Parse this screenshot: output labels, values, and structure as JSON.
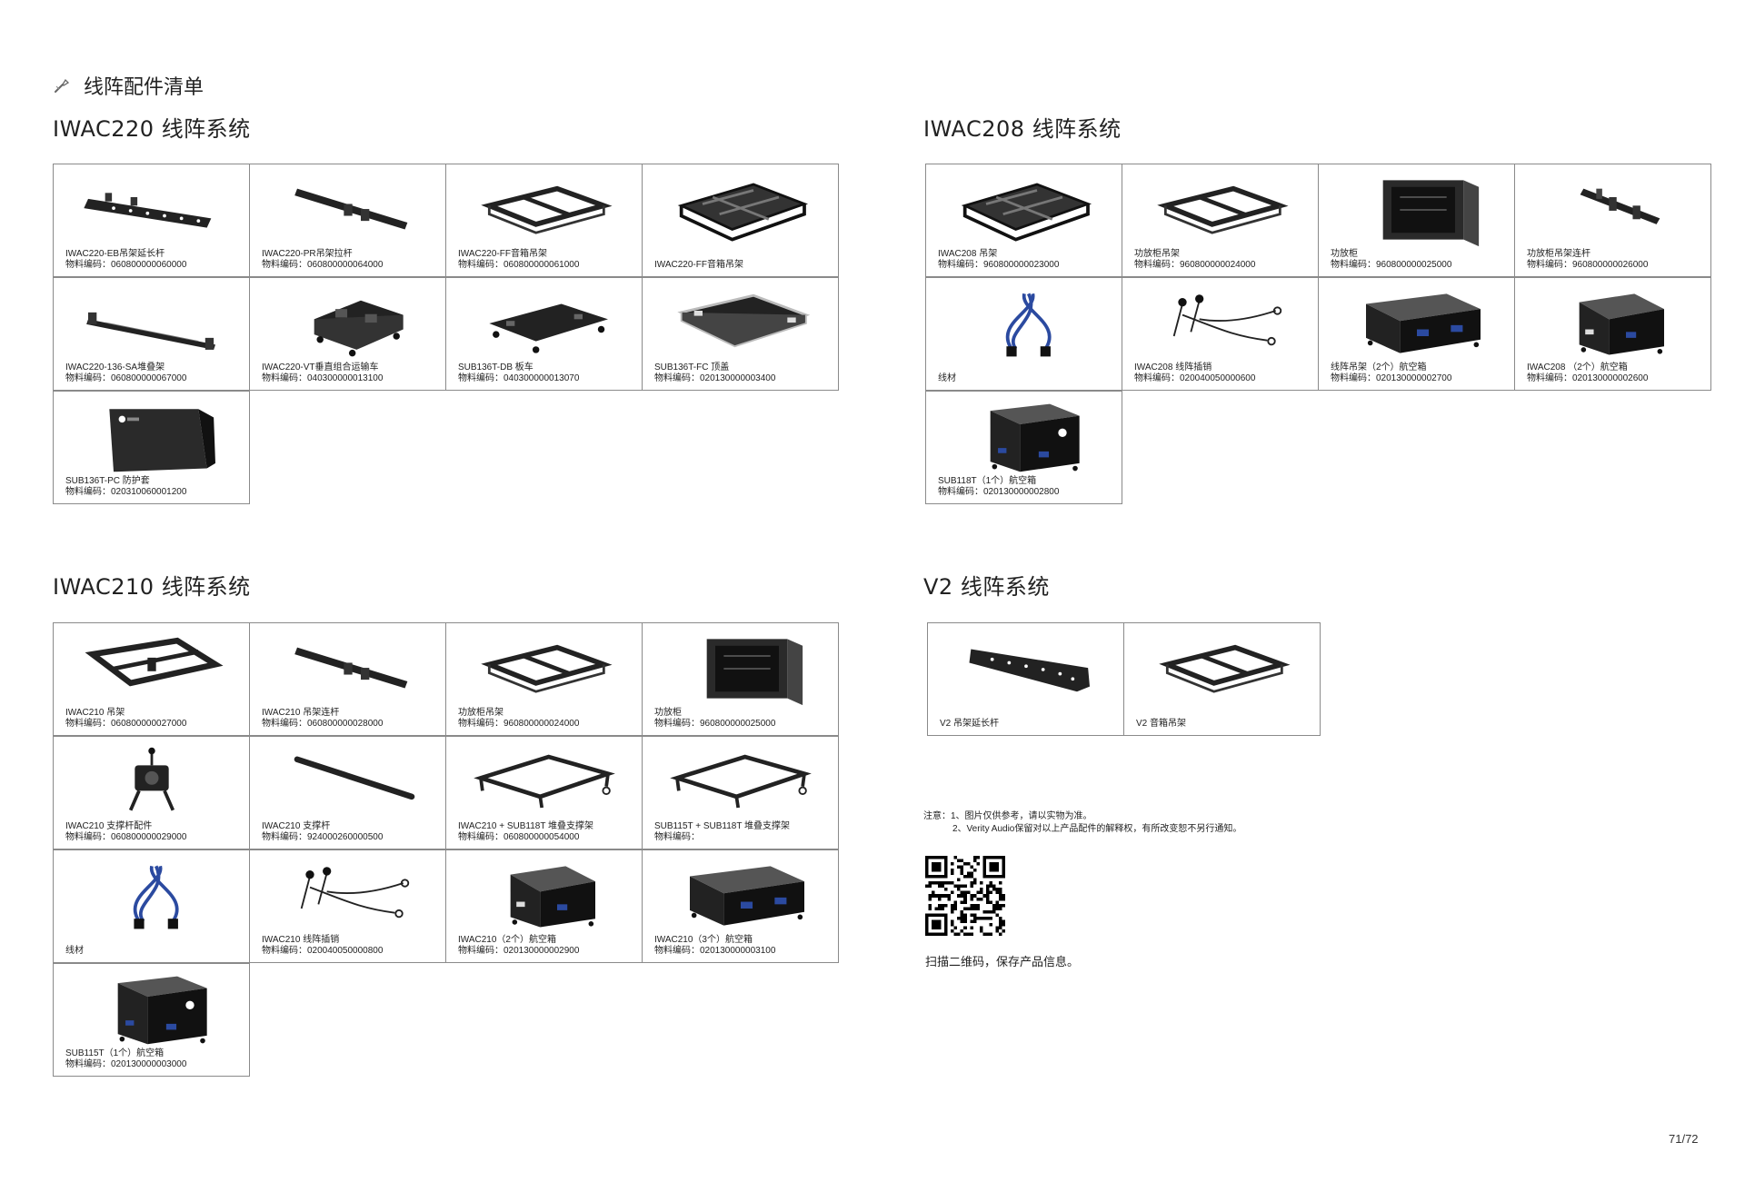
{
  "header": {
    "title": "线阵配件清单",
    "icon": "wrench-icon"
  },
  "sections": {
    "iwac220": {
      "title": "IWAC220 线阵系统",
      "items": [
        {
          "name": "IWAC220-EB吊架延长杆",
          "code": "物料编码：060800000060000",
          "icon": "extension-bar"
        },
        {
          "name": "IWAC220-PR吊架拉杆",
          "code": "物料编码：060800000064000",
          "icon": "pull-bar"
        },
        {
          "name": "IWAC220-FF音箱吊架",
          "code": "物料编码：060800000061000",
          "icon": "frame"
        },
        {
          "name": "IWAC220-FF音箱吊架",
          "code": "",
          "icon": "frame-large"
        },
        {
          "name": "IWAC220-136-SA堆叠架",
          "code": "物料编码：060800000067000",
          "icon": "long-bar"
        },
        {
          "name": "IWAC220-VT垂直组合运输车",
          "code": "物料编码：040300000013100",
          "icon": "cart"
        },
        {
          "name": "SUB136T-DB 板车",
          "code": "物料编码：040300000013070",
          "icon": "dolly"
        },
        {
          "name": "SUB136T-FC 顶盖",
          "code": "物料编码：020130000003400",
          "icon": "lid"
        },
        {
          "name": "SUB136T-PC 防护套",
          "code": "物料编码：020310060001200",
          "icon": "cover"
        }
      ]
    },
    "iwac208": {
      "title": "IWAC208 线阵系统",
      "items": [
        {
          "name": "IWAC208 吊架",
          "code": "物料编码：960800000023000",
          "icon": "frame-large"
        },
        {
          "name": "功放柜吊架",
          "code": "物料编码：960800000024000",
          "icon": "frame"
        },
        {
          "name": "功放柜",
          "code": "物料编码：960800000025000",
          "icon": "rack"
        },
        {
          "name": "功放柜吊架连杆",
          "code": "物料编码：960800000026000",
          "icon": "link-bar"
        },
        {
          "name": "线材",
          "code": "",
          "icon": "cable"
        },
        {
          "name": "IWAC208 线阵插销",
          "code": "物料编码：020040050000600",
          "icon": "pins"
        },
        {
          "name": "线阵吊架（2个）航空箱",
          "code": "物料编码：020130000002700",
          "icon": "case-wide"
        },
        {
          "name": "IWAC208 （2个）航空箱",
          "code": "物料编码：020130000002600",
          "icon": "case"
        },
        {
          "name": "SUB118T（1个）航空箱",
          "code": "物料编码：020130000002800",
          "icon": "case-tall"
        }
      ]
    },
    "iwac210": {
      "title": "IWAC210 线阵系统",
      "items": [
        {
          "name": "IWAC210 吊架",
          "code": "物料编码：060800000027000",
          "icon": "frame-angled"
        },
        {
          "name": "IWAC210 吊架连杆",
          "code": "物料编码：060800000028000",
          "icon": "pull-bar"
        },
        {
          "name": "功放柜吊架",
          "code": "物料编码：960800000024000",
          "icon": "frame"
        },
        {
          "name": "功放柜",
          "code": "物料编码：960800000025000",
          "icon": "rack"
        },
        {
          "name": "IWAC210 支撑杆配件",
          "code": "物料编码：060800000029000",
          "icon": "clamp"
        },
        {
          "name": "IWAC210 支撑杆",
          "code": "物料编码：924000260000500",
          "icon": "rod"
        },
        {
          "name": "IWAC210 + SUB118T 堆叠支撑架",
          "code": "物料编码：060800000054000",
          "icon": "stack-frame"
        },
        {
          "name": "SUB115T + SUB118T 堆叠支撑架",
          "code": "物料编码：",
          "icon": "stack-frame"
        },
        {
          "name": "线材",
          "code": "",
          "icon": "cable"
        },
        {
          "name": "IWAC210 线阵插销",
          "code": "物料编码：020040050000800",
          "icon": "pins"
        },
        {
          "name": "IWAC210（2个）航空箱",
          "code": "物料编码：020130000002900",
          "icon": "case"
        },
        {
          "name": "IWAC210（3个）航空箱",
          "code": "物料编码：020130000003100",
          "icon": "case-wide"
        },
        {
          "name": "SUB115T（1个）航空箱",
          "code": "物料编码：020130000003000",
          "icon": "case-tall"
        }
      ]
    },
    "v2": {
      "title": "V2 线阵系统",
      "items": [
        {
          "name": "V2 吊架延长杆",
          "code": "",
          "icon": "extension-bar-wide"
        },
        {
          "name": "V2 音箱吊架",
          "code": "",
          "icon": "frame"
        }
      ]
    }
  },
  "notes": {
    "line1": "注意：1、图片仅供参考，请以实物为准。",
    "line2": "2、Verity Audio保留对以上产品配件的解释权，有所改变恕不另行通知。"
  },
  "qr": {
    "icon": "qr-code-icon",
    "caption": "扫描二维码，保存产品信息。"
  },
  "page_number": "71/72"
}
